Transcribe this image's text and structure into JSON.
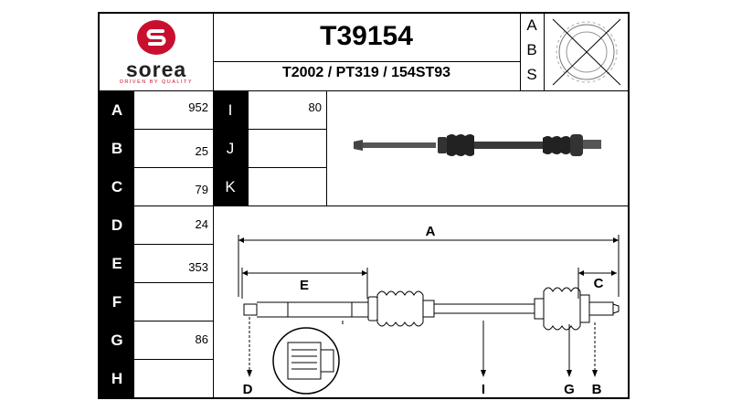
{
  "brand": {
    "name": "sorea",
    "tagline": "DRIVEN BY QUALITY",
    "logo_color": "#c8102e"
  },
  "part_number": "T39154",
  "references": "T2002 / PT319 / 154ST93",
  "abs_letters": [
    "A",
    "B",
    "S"
  ],
  "abs_status": "crossed-out",
  "dimensions": [
    {
      "letter": "A",
      "value": "952"
    },
    {
      "letter": "B",
      "value": "25"
    },
    {
      "letter": "C",
      "value": "79"
    },
    {
      "letter": "D",
      "value": "24"
    },
    {
      "letter": "E",
      "value": "353"
    },
    {
      "letter": "F",
      "value": ""
    },
    {
      "letter": "G",
      "value": "86"
    },
    {
      "letter": "H",
      "value": ""
    }
  ],
  "secondary": [
    {
      "letter": "I",
      "value": "80"
    },
    {
      "letter": "J",
      "value": ""
    },
    {
      "letter": "K",
      "value": ""
    }
  ],
  "diagram_labels": {
    "A": "A",
    "E": "E",
    "C": "C",
    "D": "D",
    "I": "I",
    "G": "G",
    "B": "B"
  }
}
